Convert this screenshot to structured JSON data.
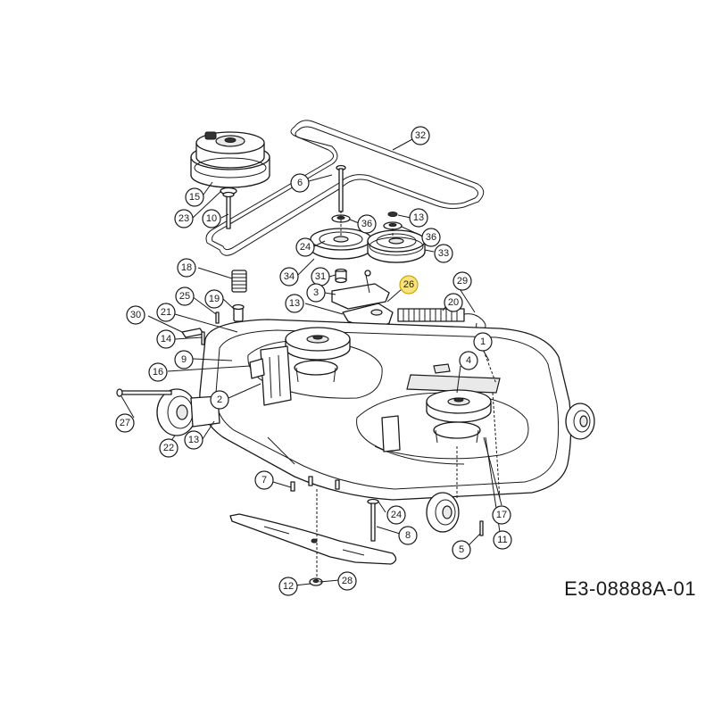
{
  "diagram_code": "E3-08888A-01",
  "highlight_color": "#f8e27a",
  "callouts": [
    {
      "id": "c32",
      "label": "32"
    },
    {
      "id": "c6",
      "label": "6"
    },
    {
      "id": "c15",
      "label": "15"
    },
    {
      "id": "c23",
      "label": "23"
    },
    {
      "id": "c10",
      "label": "10"
    },
    {
      "id": "c13a",
      "label": "13"
    },
    {
      "id": "c36a",
      "label": "36"
    },
    {
      "id": "c36b",
      "label": "36"
    },
    {
      "id": "c24a",
      "label": "24"
    },
    {
      "id": "c33",
      "label": "33"
    },
    {
      "id": "c34",
      "label": "34"
    },
    {
      "id": "c18",
      "label": "18"
    },
    {
      "id": "c31",
      "label": "31"
    },
    {
      "id": "c26",
      "label": "26",
      "highlight": true
    },
    {
      "id": "c3",
      "label": "3"
    },
    {
      "id": "c29",
      "label": "29"
    },
    {
      "id": "c13b",
      "label": "13"
    },
    {
      "id": "c25",
      "label": "25"
    },
    {
      "id": "c19",
      "label": "19"
    },
    {
      "id": "c20",
      "label": "20"
    },
    {
      "id": "c30",
      "label": "30"
    },
    {
      "id": "c21",
      "label": "21"
    },
    {
      "id": "c14",
      "label": "14"
    },
    {
      "id": "c1",
      "label": "1"
    },
    {
      "id": "c9",
      "label": "9"
    },
    {
      "id": "c4",
      "label": "4"
    },
    {
      "id": "c16",
      "label": "16"
    },
    {
      "id": "c2",
      "label": "2"
    },
    {
      "id": "c27",
      "label": "27"
    },
    {
      "id": "c22",
      "label": "22"
    },
    {
      "id": "c13c",
      "label": "13"
    },
    {
      "id": "c7",
      "label": "7"
    },
    {
      "id": "c17",
      "label": "17"
    },
    {
      "id": "c24b",
      "label": "24"
    },
    {
      "id": "c11",
      "label": "11"
    },
    {
      "id": "c8",
      "label": "8"
    },
    {
      "id": "c5",
      "label": "5"
    },
    {
      "id": "c12",
      "label": "12"
    },
    {
      "id": "c28",
      "label": "28"
    }
  ]
}
